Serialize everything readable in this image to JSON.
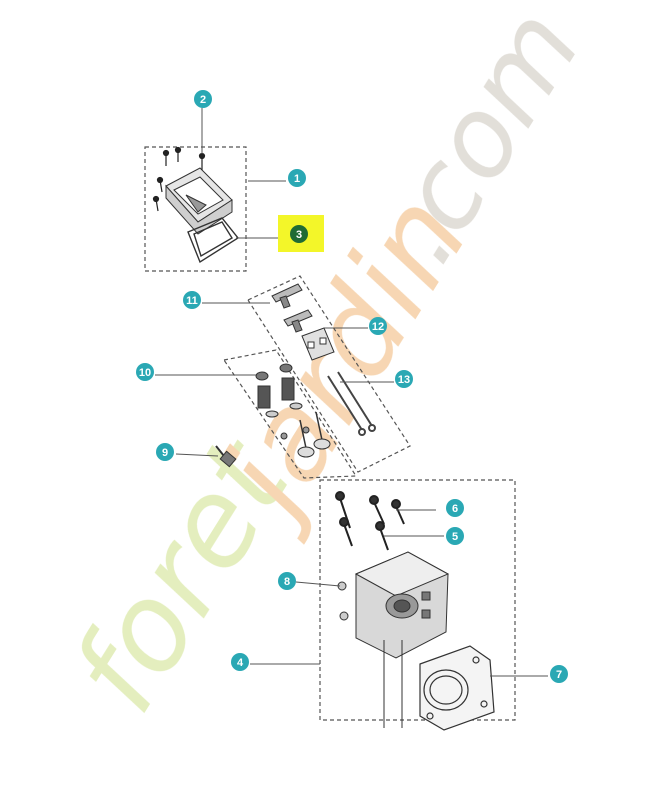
{
  "diagram": {
    "accent_color": "#2aa8b4",
    "highlight_color": "#f3f629",
    "highlight_number_color": "#1f6b34",
    "line_color": "#555555",
    "callouts": [
      {
        "id": "c1",
        "number": "1"
      },
      {
        "id": "c2",
        "number": "2"
      },
      {
        "id": "c3",
        "number": "3",
        "highlighted": true
      },
      {
        "id": "c4",
        "number": "4"
      },
      {
        "id": "c5",
        "number": "5"
      },
      {
        "id": "c6",
        "number": "6"
      },
      {
        "id": "c7",
        "number": "7"
      },
      {
        "id": "c8",
        "number": "8"
      },
      {
        "id": "c9",
        "number": "9"
      },
      {
        "id": "c10",
        "number": "10"
      },
      {
        "id": "c11",
        "number": "11"
      },
      {
        "id": "c12",
        "number": "12"
      },
      {
        "id": "c13",
        "number": "13"
      }
    ],
    "parts": [
      "valve-cover-screws",
      "valve-cover",
      "valve-cover-gasket",
      "rocker-arms",
      "rocker-bracket",
      "push-rods",
      "valve-springs-and-valves",
      "spark-plug",
      "cylinder-head",
      "head-bolts",
      "head-gasket",
      "plug"
    ],
    "watermark": {
      "text_parts": [
        "foret",
        "jardin",
        ".com"
      ],
      "colors": [
        "#dbe9a8",
        "#f4c99a",
        "#d8d4cc"
      ]
    }
  }
}
